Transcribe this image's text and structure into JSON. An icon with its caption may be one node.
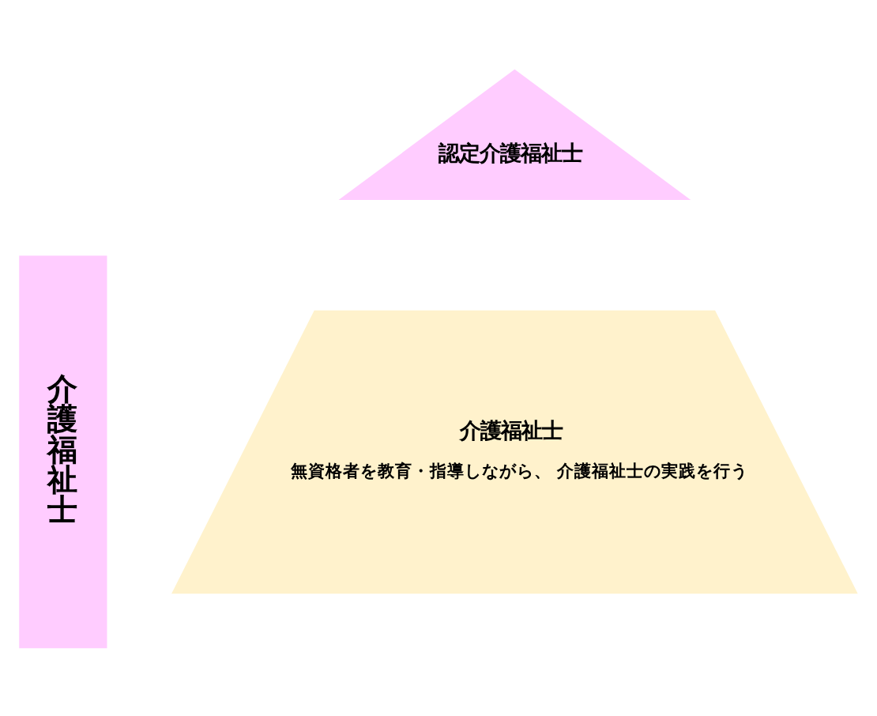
{
  "diagram": {
    "nodes": [
      {
        "text": [
          "認定介護福祉士"
        ]
      },
      {
        "text": [
          "介護福祉士",
          "無資格者を教育・指導しながら、 介護福祉士の実践を行う"
        ]
      },
      {
        "text": [
          "介護福祉士"
        ]
      }
    ]
  }
}
